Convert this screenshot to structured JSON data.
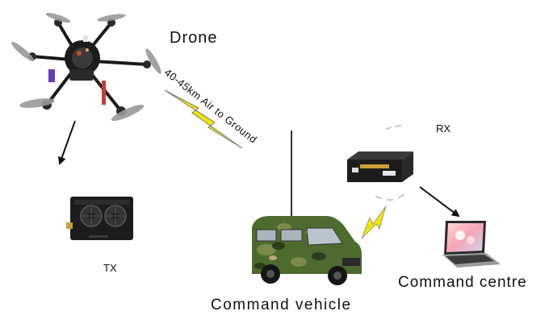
{
  "labels": {
    "drone": "Drone",
    "tx": "TX",
    "rx": "RX",
    "link": "40-45km Air to Ground",
    "command_vehicle": "Command vehicle",
    "command_centre": "Command centre"
  },
  "colors": {
    "lightning": "#f2e600",
    "camo_green": "#4d6b2f",
    "device_black": "#1c1c1c"
  },
  "icons": [
    "drone-icon",
    "tx-module-icon",
    "rx-module-icon",
    "command-vehicle-icon",
    "laptop-icon",
    "lightning-bolt-icon",
    "arrow-icon"
  ]
}
